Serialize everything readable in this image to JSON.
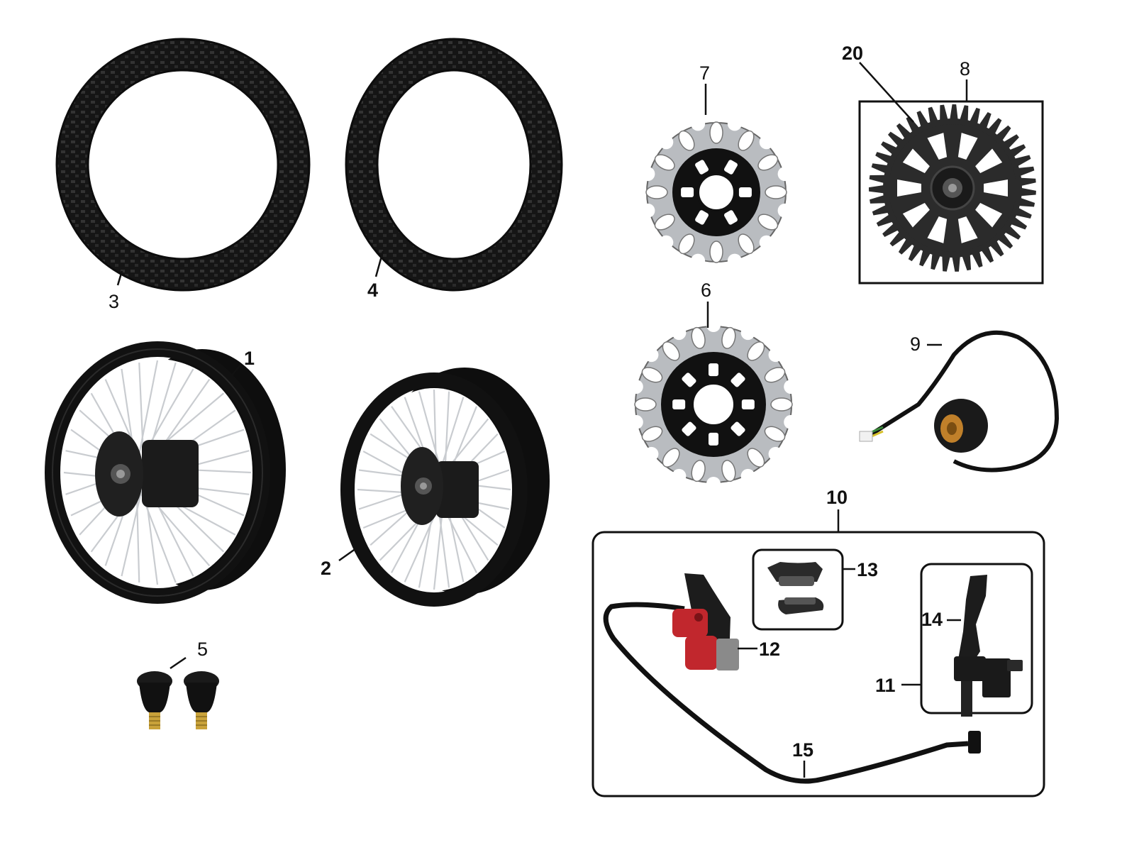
{
  "callouts": {
    "c1": "1",
    "c2": "2",
    "c3": "3",
    "c4": "4",
    "c5": "5",
    "c6": "6",
    "c7": "7",
    "c8": "8",
    "c9": "9",
    "c10": "10",
    "c11": "11",
    "c12": "12",
    "c13": "13",
    "c14": "14",
    "c15": "15",
    "c20": "20"
  },
  "colors": {
    "rubber": "#1a1a1a",
    "spoke": "#c9ccd0",
    "disc": "#b9bcc0",
    "caliper": "#c1272d",
    "brass": "#c9a23a"
  }
}
